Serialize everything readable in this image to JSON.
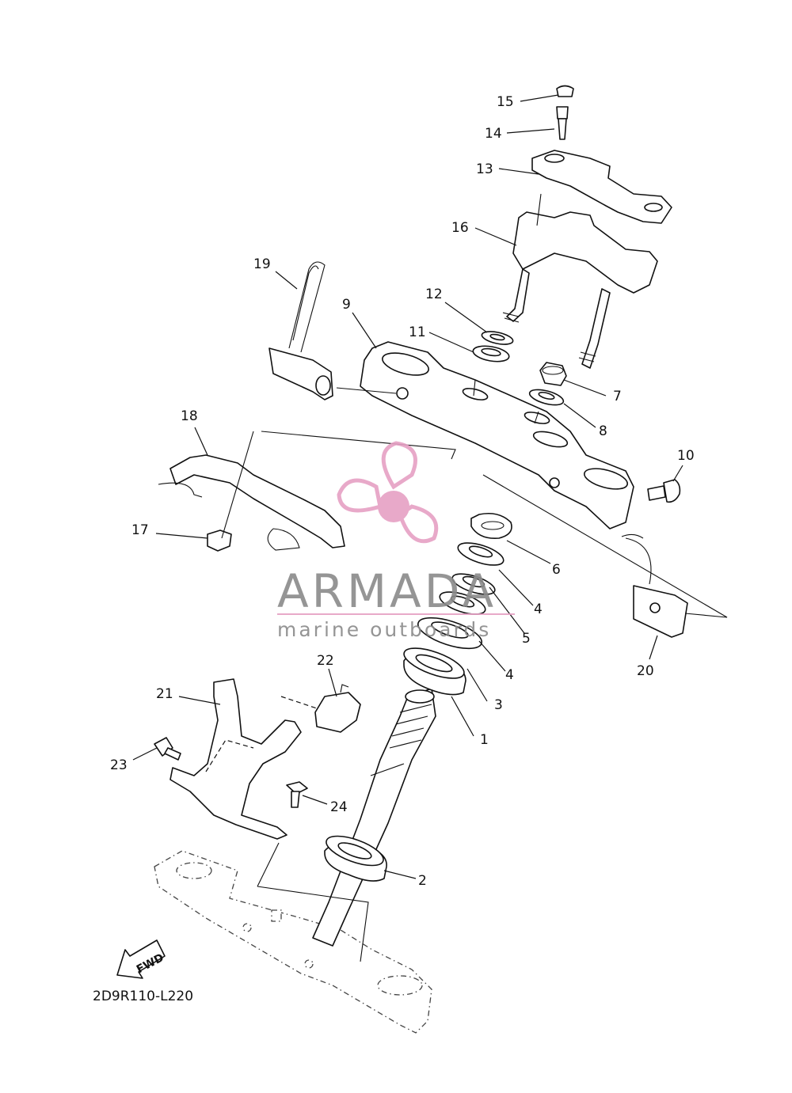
{
  "diagram_code": "2D9R110-L220",
  "fwd_label": "FWD",
  "watermark": {
    "brand": "ARMADA",
    "tagline": "marine outboards",
    "accent_color": "#e6a0c4",
    "icon": "propeller-icon"
  },
  "parts": [
    {
      "number": "1"
    },
    {
      "number": "2"
    },
    {
      "number": "3"
    },
    {
      "number": "4"
    },
    {
      "number": "4"
    },
    {
      "number": "5"
    },
    {
      "number": "6"
    },
    {
      "number": "7"
    },
    {
      "number": "8"
    },
    {
      "number": "9"
    },
    {
      "number": "10"
    },
    {
      "number": "11"
    },
    {
      "number": "12"
    },
    {
      "number": "13"
    },
    {
      "number": "14"
    },
    {
      "number": "15"
    },
    {
      "number": "16"
    },
    {
      "number": "17"
    },
    {
      "number": "18"
    },
    {
      "number": "19"
    },
    {
      "number": "20"
    },
    {
      "number": "21"
    },
    {
      "number": "22"
    },
    {
      "number": "23"
    },
    {
      "number": "24"
    }
  ]
}
